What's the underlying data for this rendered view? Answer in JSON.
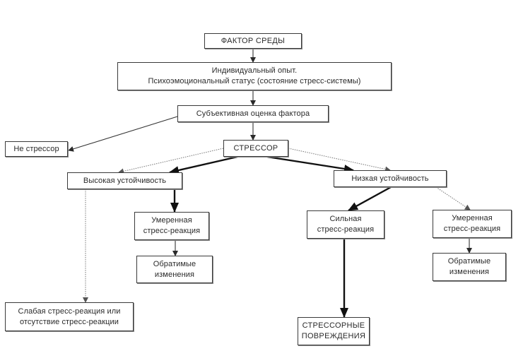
{
  "diagram": {
    "nodes": {
      "factor": {
        "lines": [
          "ФАКТОР СРЕДЫ"
        ]
      },
      "experience": {
        "lines": [
          "Индивидуальный опыт.",
          "Психоэмоциональный статус (состояние стресс-системы)"
        ]
      },
      "assessment": {
        "lines": [
          "Субъективная оценка фактора"
        ]
      },
      "not_stressor": {
        "lines": [
          "Не стрессор"
        ]
      },
      "stressor": {
        "lines": [
          "СТРЕССОР"
        ]
      },
      "high_resistance": {
        "lines": [
          "Высокая устойчивость"
        ]
      },
      "low_resistance": {
        "lines": [
          "Низкая устойчивость"
        ]
      },
      "moderate_left": {
        "lines": [
          "Умеренная",
          "стресс-реакция"
        ]
      },
      "reversible_left": {
        "lines": [
          "Обратимые",
          "изменения"
        ]
      },
      "strong_reaction": {
        "lines": [
          "Сильная",
          "стресс-реакция"
        ]
      },
      "moderate_right": {
        "lines": [
          "Умеренная",
          "стресс-реакция"
        ]
      },
      "reversible_right": {
        "lines": [
          "Обратимые",
          "изменения"
        ]
      },
      "weak_reaction": {
        "lines": [
          "Слабая стресс-реакция или",
          "отсутствие стресс-реакции"
        ]
      },
      "stress_damage": {
        "lines": [
          "СТРЕССОРНЫЕ",
          "ПОВРЕЖДЕНИЯ"
        ]
      }
    },
    "edges": [
      {
        "from": "factor",
        "to": "experience",
        "style": "normal"
      },
      {
        "from": "experience",
        "to": "assessment",
        "style": "normal"
      },
      {
        "from": "assessment",
        "to": "not_stressor",
        "style": "normal"
      },
      {
        "from": "assessment",
        "to": "stressor",
        "style": "normal"
      },
      {
        "from": "stressor",
        "to": "high_resistance",
        "style": "bold"
      },
      {
        "from": "stressor",
        "to": "high_resistance",
        "style": "dotted"
      },
      {
        "from": "stressor",
        "to": "low_resistance",
        "style": "bold"
      },
      {
        "from": "stressor",
        "to": "low_resistance",
        "style": "dotted"
      },
      {
        "from": "high_resistance",
        "to": "moderate_left",
        "style": "bold"
      },
      {
        "from": "high_resistance",
        "to": "weak_reaction",
        "style": "dotted"
      },
      {
        "from": "moderate_left",
        "to": "reversible_left",
        "style": "normal"
      },
      {
        "from": "low_resistance",
        "to": "strong_reaction",
        "style": "bold"
      },
      {
        "from": "low_resistance",
        "to": "moderate_right",
        "style": "dotted"
      },
      {
        "from": "strong_reaction",
        "to": "stress_damage",
        "style": "bold"
      },
      {
        "from": "moderate_right",
        "to": "reversible_right",
        "style": "normal"
      }
    ]
  }
}
